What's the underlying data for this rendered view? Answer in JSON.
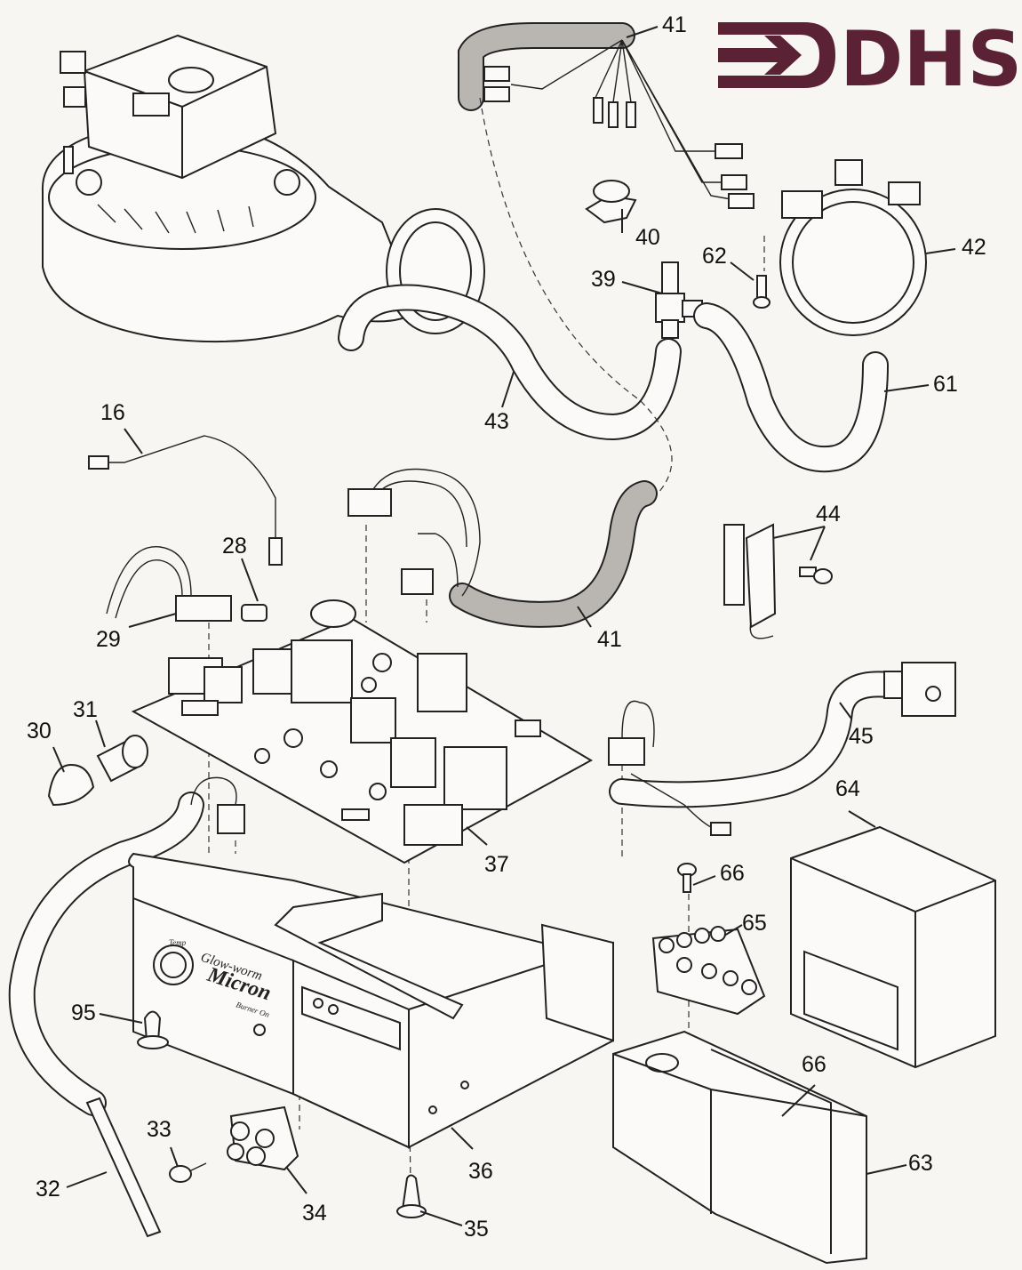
{
  "logo": {
    "text": "DHS",
    "color": "#5a2234"
  },
  "panel": {
    "brand": "Glow-worm",
    "model": "Micron",
    "dial_label": "Temp",
    "indicator_label": "Burner On"
  },
  "callouts": {
    "c16": "16",
    "c28": "28",
    "c29": "29",
    "c30": "30",
    "c31": "31",
    "c32": "32",
    "c33": "33",
    "c34": "34",
    "c35": "35",
    "c36": "36",
    "c37": "37",
    "c39": "39",
    "c40": "40",
    "c41a": "41",
    "c41b": "41",
    "c42": "42",
    "c43": "43",
    "c44": "44",
    "c45": "45",
    "c61": "61",
    "c62": "62",
    "c63": "63",
    "c64": "64",
    "c65": "65",
    "c66a": "66",
    "c66b": "66",
    "c95": "95"
  }
}
